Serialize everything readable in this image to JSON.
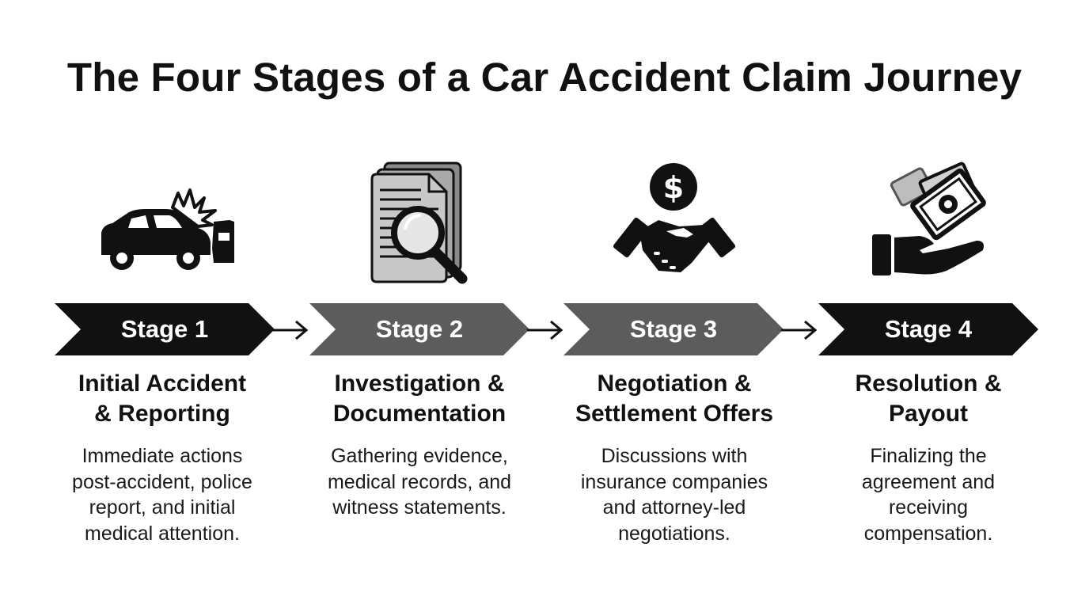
{
  "title": "The Four Stages of a Car Accident Claim Journey",
  "colors": {
    "dark_banner": "#111111",
    "mid_banner": "#5c5c5c",
    "text": "#111111",
    "background": "#ffffff"
  },
  "stages": [
    {
      "label": "Stage 1",
      "title_line1": "Initial Accident",
      "title_line2": "& Reporting",
      "desc_lines": [
        "Immediate actions",
        "post-accident, police",
        "report, and initial",
        "medical attention."
      ],
      "icon": "car-crash-icon"
    },
    {
      "label": "Stage 2",
      "title_line1": "Investigation &",
      "title_line2": "Documentation",
      "desc_lines": [
        "Gathering evidence,",
        "medical records, and",
        "witness statements."
      ],
      "icon": "document-search-icon"
    },
    {
      "label": "Stage 3",
      "title_line1": "Negotiation &",
      "title_line2": "Settlement Offers",
      "desc_lines": [
        "Discussions with",
        "insurance companies",
        "and attorney-led",
        "negotiations."
      ],
      "icon": "handshake-dollar-icon"
    },
    {
      "label": "Stage 4",
      "title_line1": "Resolution &",
      "title_line2": "Payout",
      "desc_lines": [
        "Finalizing the",
        "agreement and",
        "receiving",
        "compensation."
      ],
      "icon": "hand-money-icon"
    }
  ]
}
